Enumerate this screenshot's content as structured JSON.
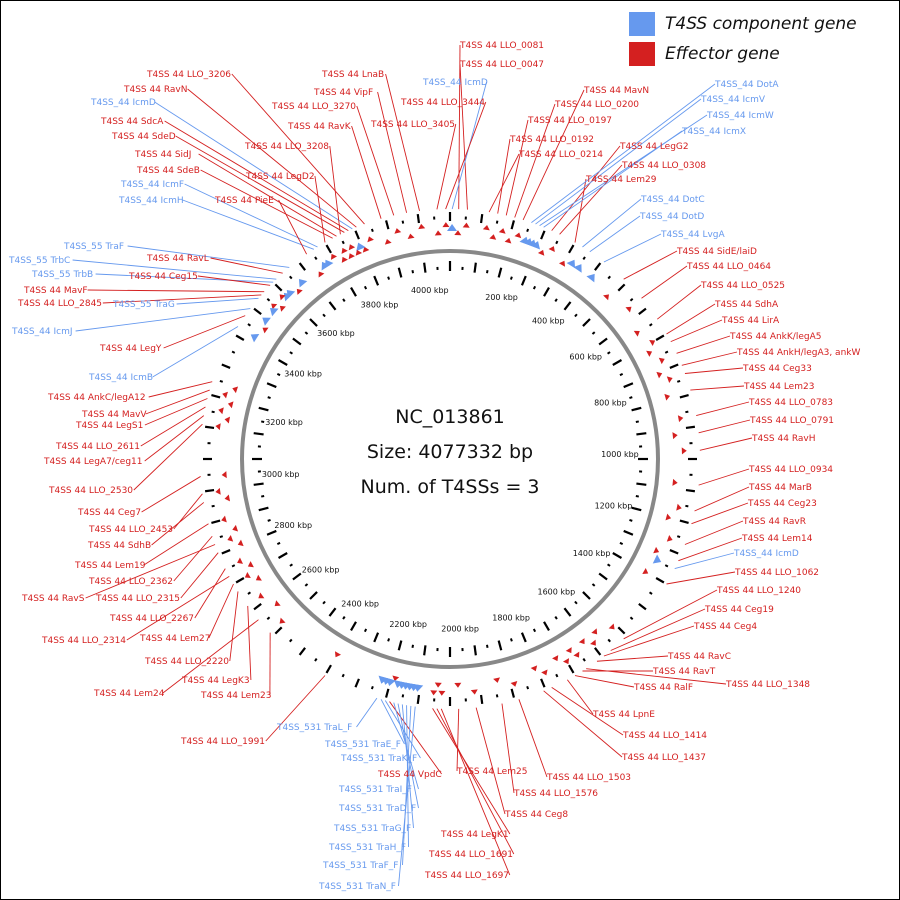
{
  "legend": {
    "items": [
      {
        "label": "T4SS component gene",
        "color": "#6699ee"
      },
      {
        "label": "Effector gene",
        "color": "#d42020"
      }
    ]
  },
  "center": {
    "accession": "NC_013861",
    "size_text": "Size: 4077332 bp",
    "t4ss_text": "Num. of T4SSs = 3"
  },
  "genome": {
    "length_bp": 4077332,
    "tick_labels": [
      "200 kbp",
      "400 kbp",
      "600 kbp",
      "800 kbp",
      "1000 kbp",
      "1200 kbp",
      "1400 kbp",
      "1600 kbp",
      "1800 kbp",
      "2000 kbp",
      "2200 kbp",
      "2400 kbp",
      "2600 kbp",
      "2800 kbp",
      "3000 kbp",
      "3200 kbp",
      "3400 kbp",
      "3600 kbp",
      "3800 kbp",
      "4000 kbp"
    ]
  },
  "colors": {
    "t4ss": "#6699ee",
    "effector": "#d42020",
    "backbone": "#888888",
    "tick": "#000000"
  },
  "genes": [
    {
      "label": "T4SS 44 LLO_0081",
      "type": "effector"
    },
    {
      "label": "T4SS 44 LLO_0047",
      "type": "effector"
    },
    {
      "label": "T4SS_44 IcmD",
      "type": "t4ss"
    },
    {
      "label": "T4SS 44 LLO_3444",
      "type": "effector"
    },
    {
      "label": "T4SS 44 LLO_3405",
      "type": "effector"
    },
    {
      "label": "T4SS 44 LnaB",
      "type": "effector"
    },
    {
      "label": "T4SS 44 VipF",
      "type": "effector"
    },
    {
      "label": "T4SS 44 LLO_3270",
      "type": "effector"
    },
    {
      "label": "T4SS 44 RavK",
      "type": "effector"
    },
    {
      "label": "T4SS 44 LLO_3206",
      "type": "effector"
    },
    {
      "label": "T4SS 44 RavN",
      "type": "effector"
    },
    {
      "label": "T4SS_44 IcmD",
      "type": "t4ss"
    },
    {
      "label": "T4SS 44 SdcA",
      "type": "effector"
    },
    {
      "label": "T4SS 44 SdeD",
      "type": "effector"
    },
    {
      "label": "T4SS 44 LLO_3208",
      "type": "effector"
    },
    {
      "label": "T4SS 44 SidJ",
      "type": "effector"
    },
    {
      "label": "T4SS 44 SdeB",
      "type": "effector"
    },
    {
      "label": "T4SS 44 LegD2",
      "type": "effector"
    },
    {
      "label": "T4SS_44 IcmF",
      "type": "t4ss"
    },
    {
      "label": "T4SS_44 IcmH",
      "type": "t4ss"
    },
    {
      "label": "T4SS 44 PieE",
      "type": "effector"
    },
    {
      "label": "T4SS_55 TraF",
      "type": "t4ss"
    },
    {
      "label": "T4SS 44 RavL",
      "type": "effector"
    },
    {
      "label": "T4SS_55 TrbC",
      "type": "t4ss"
    },
    {
      "label": "T4SS_55 TrbB",
      "type": "t4ss"
    },
    {
      "label": "T4SS 44 Ceg15",
      "type": "effector"
    },
    {
      "label": "T4SS 44 MavF",
      "type": "effector"
    },
    {
      "label": "T4SS 44 LLO_2845",
      "type": "effector"
    },
    {
      "label": "T4SS_55 TraG",
      "type": "t4ss"
    },
    {
      "label": "T4SS_44 IcmJ",
      "type": "t4ss"
    },
    {
      "label": "T4SS 44 LegY",
      "type": "effector"
    },
    {
      "label": "T4SS_44 IcmB",
      "type": "t4ss"
    },
    {
      "label": "T4SS 44 AnkC/legA12",
      "type": "effector"
    },
    {
      "label": "T4SS 44 MavV",
      "type": "effector"
    },
    {
      "label": "T4SS 44 LegS1",
      "type": "effector"
    },
    {
      "label": "T4SS 44 LLO_2611",
      "type": "effector"
    },
    {
      "label": "T4SS 44 LegA7/ceg11",
      "type": "effector"
    },
    {
      "label": "T4SS 44 LLO_2530",
      "type": "effector"
    },
    {
      "label": "T4SS 44 Ceg7",
      "type": "effector"
    },
    {
      "label": "T4SS 44 LLO_2453",
      "type": "effector"
    },
    {
      "label": "T4SS 44 SdhB",
      "type": "effector"
    },
    {
      "label": "T4SS 44 Lem19",
      "type": "effector"
    },
    {
      "label": "T4SS 44 LLO_2362",
      "type": "effector"
    },
    {
      "label": "T4SS 44 RavS",
      "type": "effector"
    },
    {
      "label": "T4SS 44 LLO_2315",
      "type": "effector"
    },
    {
      "label": "T4SS 44 LLO_2267",
      "type": "effector"
    },
    {
      "label": "T4SS 44 LLO_2314",
      "type": "effector"
    },
    {
      "label": "T4SS 44 Lem27",
      "type": "effector"
    },
    {
      "label": "T4SS 44 LLO_2220",
      "type": "effector"
    },
    {
      "label": "T4SS 44 LegK3",
      "type": "effector"
    },
    {
      "label": "T4SS 44 Lem24",
      "type": "effector"
    },
    {
      "label": "T4SS 44 Lem23",
      "type": "effector"
    },
    {
      "label": "T4SS 44 LLO_1991",
      "type": "effector"
    },
    {
      "label": "T4SS_531 TraL_F",
      "type": "t4ss"
    },
    {
      "label": "T4SS_531 TraE_F",
      "type": "t4ss"
    },
    {
      "label": "T4SS_531 TraK_F",
      "type": "t4ss"
    },
    {
      "label": "T4SS 44 VpdC",
      "type": "effector"
    },
    {
      "label": "T4SS_531 TraI_F",
      "type": "t4ss"
    },
    {
      "label": "T4SS_531 TraD_F",
      "type": "t4ss"
    },
    {
      "label": "T4SS_531 TraG_F",
      "type": "t4ss"
    },
    {
      "label": "T4SS_531 TraH_F",
      "type": "t4ss"
    },
    {
      "label": "T4SS_531 TraF_F",
      "type": "t4ss"
    },
    {
      "label": "T4SS_531 TraN_F",
      "type": "t4ss"
    },
    {
      "label": "T4SS 44 LegK1",
      "type": "effector"
    },
    {
      "label": "T4SS 44 LLO_1691",
      "type": "effector"
    },
    {
      "label": "T4SS 44 LLO_1697",
      "type": "effector"
    },
    {
      "label": "T4SS 44 Lem25",
      "type": "effector"
    },
    {
      "label": "T4SS 44 Ceg8",
      "type": "effector"
    },
    {
      "label": "T4SS 44 LLO_1576",
      "type": "effector"
    },
    {
      "label": "T4SS 44 LLO_1503",
      "type": "effector"
    },
    {
      "label": "T4SS 44 LLO_1437",
      "type": "effector"
    },
    {
      "label": "T4SS 44 LLO_1414",
      "type": "effector"
    },
    {
      "label": "T4SS 44 LpnE",
      "type": "effector"
    },
    {
      "label": "T4SS 44 RalF",
      "type": "effector"
    },
    {
      "label": "T4SS 44 RavT",
      "type": "effector"
    },
    {
      "label": "T4SS 44 LLO_1348",
      "type": "effector"
    },
    {
      "label": "T4SS 44 RavC",
      "type": "effector"
    },
    {
      "label": "T4SS 44 Ceg4",
      "type": "effector"
    },
    {
      "label": "T4SS 44 Ceg19",
      "type": "effector"
    },
    {
      "label": "T4SS 44 LLO_1240",
      "type": "effector"
    },
    {
      "label": "T4SS 44 LLO_1062",
      "type": "effector"
    },
    {
      "label": "T4SS_44 IcmD",
      "type": "t4ss"
    },
    {
      "label": "T4SS 44 Lem14",
      "type": "effector"
    },
    {
      "label": "T4SS 44 RavR",
      "type": "effector"
    },
    {
      "label": "T4SS 44 Ceg23",
      "type": "effector"
    },
    {
      "label": "T4SS 44 MarB",
      "type": "effector"
    },
    {
      "label": "T4SS 44 LLO_0934",
      "type": "effector"
    },
    {
      "label": "T4SS 44 RavH",
      "type": "effector"
    },
    {
      "label": "T4SS 44 LLO_0791",
      "type": "effector"
    },
    {
      "label": "T4SS 44 LLO_0783",
      "type": "effector"
    },
    {
      "label": "T4SS 44 Lem23",
      "type": "effector"
    },
    {
      "label": "T4SS 44 Ceg33",
      "type": "effector"
    },
    {
      "label": "T4SS 44 AnkH/legA3, ankW",
      "type": "effector"
    },
    {
      "label": "T4SS 44 AnkK/legA5",
      "type": "effector"
    },
    {
      "label": "T4SS 44 LirA",
      "type": "effector"
    },
    {
      "label": "T4SS 44 SdhA",
      "type": "effector"
    },
    {
      "label": "T4SS 44 LLO_0525",
      "type": "effector"
    },
    {
      "label": "T4SS 44 LLO_0464",
      "type": "effector"
    },
    {
      "label": "T4SS 44 SidE/laiD",
      "type": "effector"
    },
    {
      "label": "T4SS_44 LvgA",
      "type": "t4ss"
    },
    {
      "label": "T4SS_44 DotD",
      "type": "t4ss"
    },
    {
      "label": "T4SS_44 DotC",
      "type": "t4ss"
    },
    {
      "label": "T4SS 44 Lem29",
      "type": "effector"
    },
    {
      "label": "T4SS 44 LLO_0308",
      "type": "effector"
    },
    {
      "label": "T4SS 44 LegG2",
      "type": "effector"
    },
    {
      "label": "T4SS_44 IcmX",
      "type": "t4ss"
    },
    {
      "label": "T4SS_44 IcmW",
      "type": "t4ss"
    },
    {
      "label": "T4SS_44 IcmV",
      "type": "t4ss"
    },
    {
      "label": "T4SS_44 DotA",
      "type": "t4ss"
    },
    {
      "label": "T4SS 44 MavN",
      "type": "effector"
    },
    {
      "label": "T4SS 44 LLO_0200",
      "type": "effector"
    },
    {
      "label": "T4SS 44 LLO_0197",
      "type": "effector"
    },
    {
      "label": "T4SS 44 LLO_0192",
      "type": "effector"
    },
    {
      "label": "T4SS 44 LLO_0214",
      "type": "effector"
    }
  ]
}
